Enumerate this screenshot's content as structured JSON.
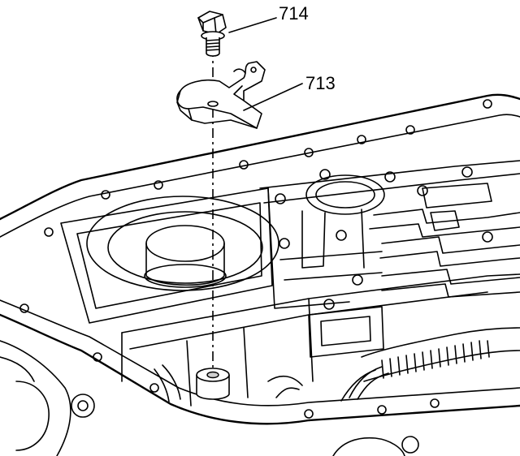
{
  "callouts": [
    {
      "id": "bolt",
      "label": "714"
    },
    {
      "id": "clip",
      "label": "713"
    }
  ]
}
